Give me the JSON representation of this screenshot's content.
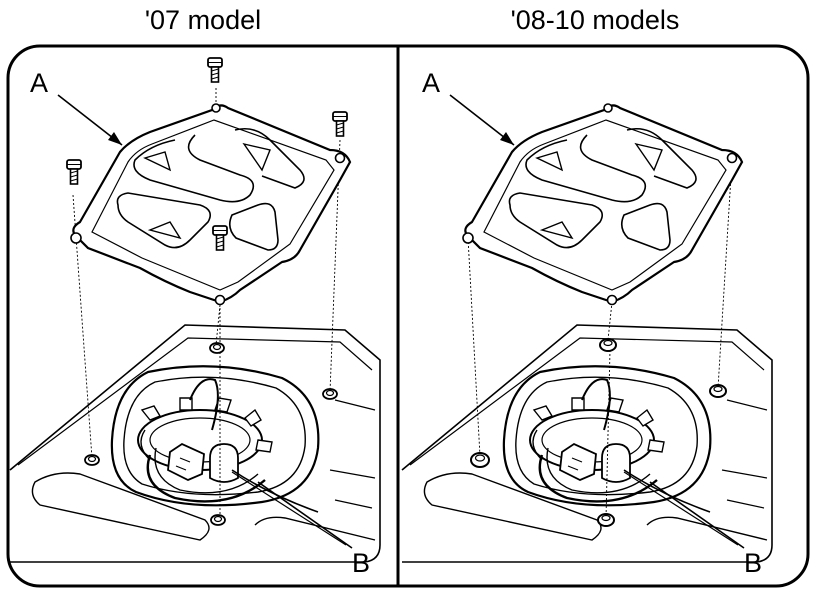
{
  "panels": [
    {
      "title": "'07 model",
      "label_a": "A",
      "label_b": "B"
    },
    {
      "title": "'08-10 models",
      "label_a": "A",
      "label_b": "B"
    }
  ],
  "colors": {
    "line": "#000000",
    "background": "#ffffff"
  }
}
